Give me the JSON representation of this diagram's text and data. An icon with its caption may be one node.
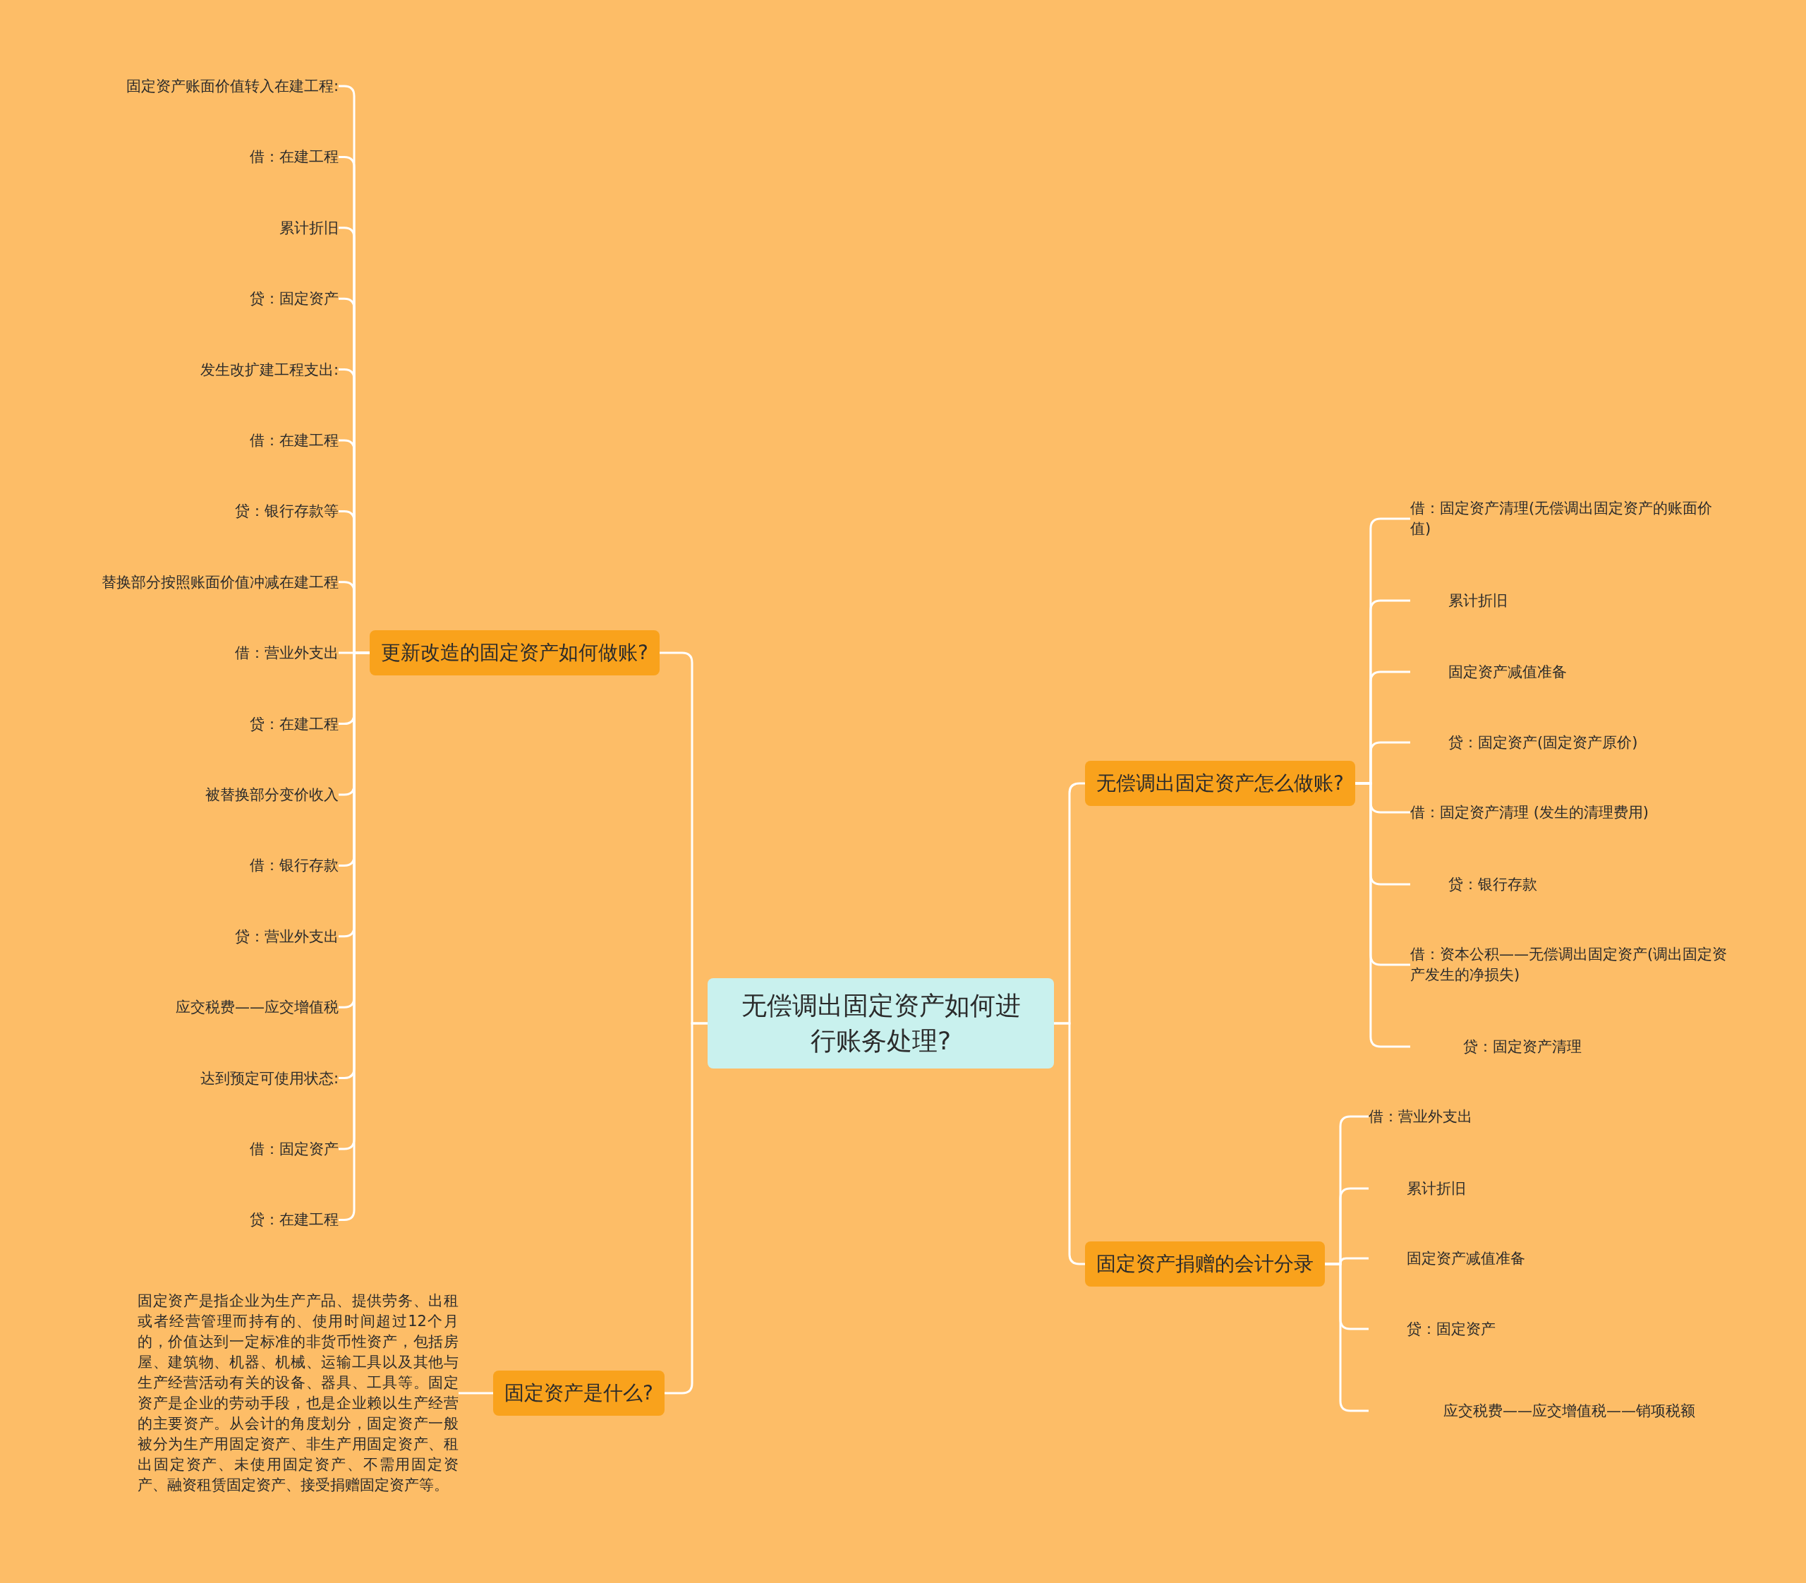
{
  "diagram": {
    "nodes": [
      {
        "text": [
          "无偿调出固定资产如何进行账务处理?"
        ]
      },
      {
        "text": [
          "更新改造的固定资产如何做账?"
        ]
      },
      {
        "text": [
          "固定资产账面价值转入在建工程:"
        ]
      },
      {
        "text": [
          "借：在建工程"
        ]
      },
      {
        "text": [
          "累计折旧"
        ]
      },
      {
        "text": [
          "贷：固定资产"
        ]
      },
      {
        "text": [
          "发生改扩建工程支出:"
        ]
      },
      {
        "text": [
          "借：在建工程"
        ]
      },
      {
        "text": [
          "贷：银行存款等"
        ]
      },
      {
        "text": [
          "替换部分按照账面价值冲减在建工程"
        ]
      },
      {
        "text": [
          "借：营业外支出"
        ]
      },
      {
        "text": [
          "贷：在建工程"
        ]
      },
      {
        "text": [
          "被替换部分变价收入"
        ]
      },
      {
        "text": [
          "借：银行存款"
        ]
      },
      {
        "text": [
          "贷：营业外支出"
        ]
      },
      {
        "text": [
          "应交税费——应交增值税"
        ]
      },
      {
        "text": [
          "达到预定可使用状态:"
        ]
      },
      {
        "text": [
          "借：固定资产"
        ]
      },
      {
        "text": [
          "贷：在建工程"
        ]
      },
      {
        "text": [
          "固定资产是什么?"
        ]
      },
      {
        "text": [
          "固定资产是指企业为生产产品、提供劳务、出租或者经营管理而持有的、使用时间超过12个月的，价值达到一定标准的非货币性资产，包括房屋、建筑物、机器、机械、运输工具以及其他与生产经营活动有关的设备、器具、工具等。固定资产是企业的劳动手段，也是企业赖以生产经营的主要资产。从会计的角度划分，固定资产一般被分为生产用固定资产、非生产用固定资产、租出固定资产、未使用固定资产、不需用固定资产、融资租赁固定资产、接受捐赠固定资产等。"
        ]
      },
      {
        "text": [
          "无偿调出固定资产怎么做账?"
        ]
      },
      {
        "text": [
          "借：固定资产清理(无偿调出固定资产的账面价值)"
        ]
      },
      {
        "text": [
          "累计折旧"
        ]
      },
      {
        "text": [
          "固定资产减值准备"
        ]
      },
      {
        "text": [
          "贷：固定资产(固定资产原价)"
        ]
      },
      {
        "text": [
          "借：固定资产清理 (发生的清理费用)"
        ]
      },
      {
        "text": [
          "贷：银行存款"
        ]
      },
      {
        "text": [
          "借：资本公积——无偿调出固定资产(调出固定资产发生的净损失)"
        ]
      },
      {
        "text": [
          "贷：固定资产清理"
        ]
      },
      {
        "text": [
          "固定资产捐赠的会计分录"
        ]
      },
      {
        "text": [
          "借：营业外支出"
        ]
      },
      {
        "text": [
          "累计折旧"
        ]
      },
      {
        "text": [
          "固定资产减值准备"
        ]
      },
      {
        "text": [
          "贷：固定资产"
        ]
      },
      {
        "text": [
          "应交税费——应交增值税——销项税额"
        ]
      }
    ],
    "edges": [
      {
        "from": 0,
        "to": 1,
        "arrow": "none"
      },
      {
        "from": 1,
        "to": 2,
        "arrow": "none"
      },
      {
        "from": 1,
        "to": 3,
        "arrow": "none"
      },
      {
        "from": 1,
        "to": 4,
        "arrow": "none"
      },
      {
        "from": 1,
        "to": 5,
        "arrow": "none"
      },
      {
        "from": 1,
        "to": 6,
        "arrow": "none"
      },
      {
        "from": 1,
        "to": 7,
        "arrow": "none"
      },
      {
        "from": 1,
        "to": 8,
        "arrow": "none"
      },
      {
        "from": 1,
        "to": 9,
        "arrow": "none"
      },
      {
        "from": 1,
        "to": 10,
        "arrow": "none"
      },
      {
        "from": 1,
        "to": 11,
        "arrow": "none"
      },
      {
        "from": 1,
        "to": 12,
        "arrow": "none"
      },
      {
        "from": 1,
        "to": 13,
        "arrow": "none"
      },
      {
        "from": 1,
        "to": 14,
        "arrow": "none"
      },
      {
        "from": 1,
        "to": 15,
        "arrow": "none"
      },
      {
        "from": 1,
        "to": 16,
        "arrow": "none"
      },
      {
        "from": 1,
        "to": 17,
        "arrow": "none"
      },
      {
        "from": 1,
        "to": 18,
        "arrow": "none"
      },
      {
        "from": 0,
        "to": 19,
        "arrow": "none"
      },
      {
        "from": 19,
        "to": 20,
        "arrow": "none"
      },
      {
        "from": 0,
        "to": 21,
        "arrow": "none"
      },
      {
        "from": 21,
        "to": 22,
        "arrow": "none"
      },
      {
        "from": 21,
        "to": 23,
        "arrow": "none"
      },
      {
        "from": 21,
        "to": 24,
        "arrow": "none"
      },
      {
        "from": 21,
        "to": 25,
        "arrow": "none"
      },
      {
        "from": 21,
        "to": 26,
        "arrow": "none"
      },
      {
        "from": 21,
        "to": 27,
        "arrow": "none"
      },
      {
        "from": 21,
        "to": 28,
        "arrow": "none"
      },
      {
        "from": 21,
        "to": 29,
        "arrow": "none"
      },
      {
        "from": 0,
        "to": 30,
        "arrow": "none"
      },
      {
        "from": 30,
        "to": 31,
        "arrow": "none"
      },
      {
        "from": 30,
        "to": 32,
        "arrow": "none"
      },
      {
        "from": 30,
        "to": 33,
        "arrow": "none"
      },
      {
        "from": 30,
        "to": 34,
        "arrow": "none"
      },
      {
        "from": 30,
        "to": 35,
        "arrow": "none"
      }
    ]
  }
}
